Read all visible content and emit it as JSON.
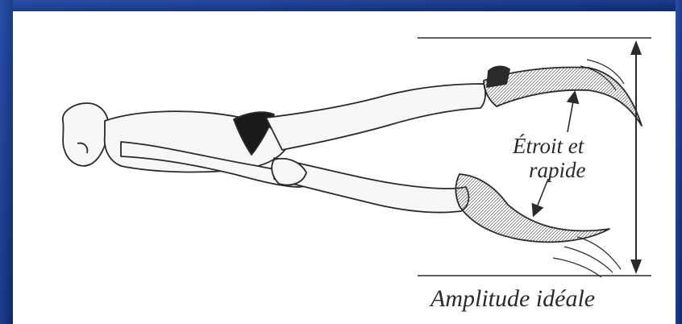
{
  "labels": {
    "narrow_line1": "Étroit et",
    "narrow_line2": "rapide",
    "amplitude": "Amplitude idéale"
  },
  "colors": {
    "border_blue": "#1e3f8f",
    "border_blue_dark": "#0e2a6e",
    "line": "#2a2a2a",
    "background": "#ffffff"
  },
  "icons": {
    "swimmer": "swimmer-kick-illustration",
    "arrow": "double-headed-arrow"
  }
}
